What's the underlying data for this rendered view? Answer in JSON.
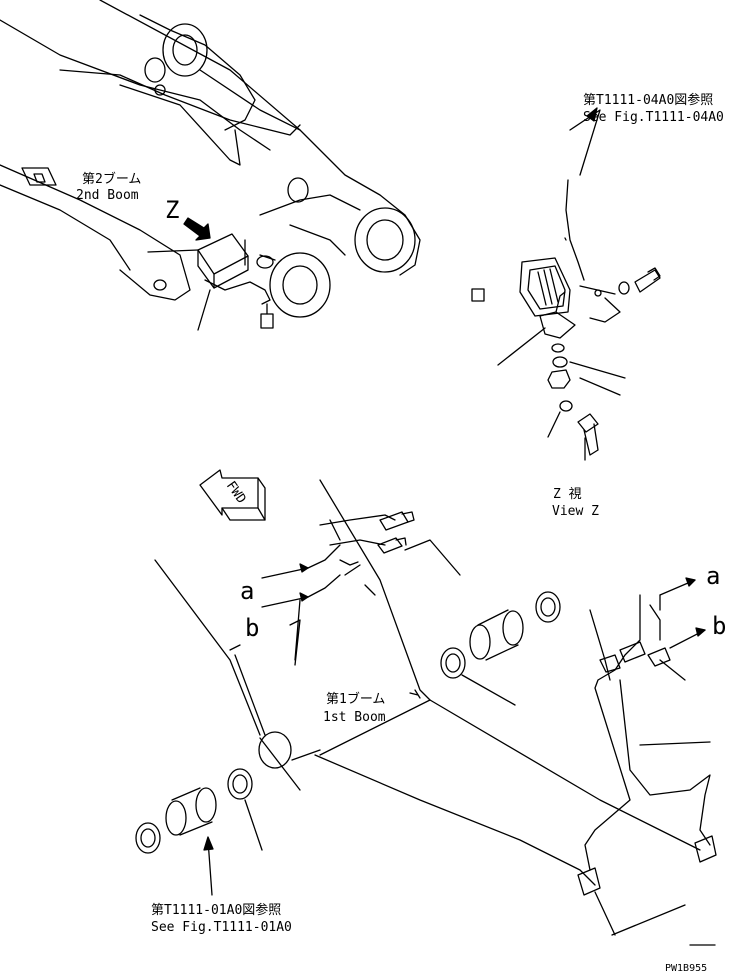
{
  "labels": {
    "ref_top_jp": "第T1111-04A0図参照",
    "ref_top_en": "See Fig.T1111-04A0",
    "boom2_jp": "第2ブーム",
    "boom2_en": "2nd Boom",
    "view_letter": "Z",
    "view_jp": "Z 視",
    "view_en": "View Z",
    "fwd": "FWD",
    "conn_a_left": "a",
    "conn_b_left": "b",
    "conn_a_right": "a",
    "conn_b_right": "b",
    "boom1_jp": "第1ブーム",
    "boom1_en": "1st Boom",
    "ref_bottom_jp": "第T1111-01A0図参照",
    "ref_bottom_en": "See Fig.T1111-01A0",
    "drawing_no": "PW1B955"
  },
  "colors": {
    "ink": "#000000",
    "paper": "#ffffff"
  }
}
